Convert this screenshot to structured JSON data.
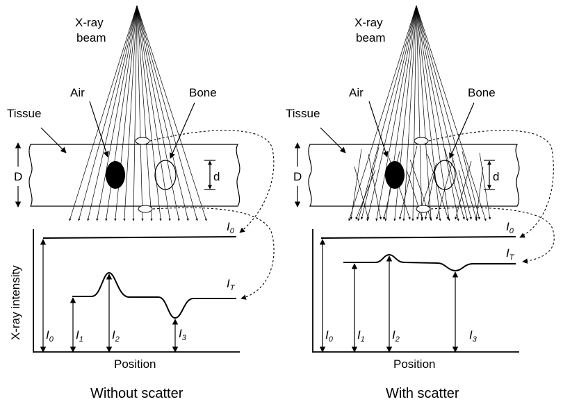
{
  "colors": {
    "ink": "#000000",
    "background": "#ffffff"
  },
  "panels": [
    {
      "id": "without-scatter",
      "caption": "Without scatter",
      "beam_label_line1": "X-ray",
      "beam_label_line2": "beam",
      "air_label": "Air",
      "bone_label": "Bone",
      "tissue_label": "Tissue",
      "thickness_label": "D",
      "object_label": "d",
      "y_axis_label": "X-ray intensity",
      "x_axis_label": "Position",
      "curve_label_i0": "I",
      "curve_label_i0_sub": "0",
      "curve_label_it": "I",
      "curve_label_it_sub": "T",
      "arrow_label_i0": "I",
      "arrow_label_i0_sub": "0",
      "arrow_label_i1": "I",
      "arrow_label_i1_sub": "1",
      "arrow_label_i2": "I",
      "arrow_label_i2_sub": "2",
      "arrow_label_i3": "I",
      "arrow_label_i3_sub": "3"
    },
    {
      "id": "with-scatter",
      "caption": "With scatter",
      "beam_label_line1": "X-ray",
      "beam_label_line2": "beam",
      "air_label": "Air",
      "bone_label": "Bone",
      "tissue_label": "Tissue",
      "thickness_label": "D",
      "object_label": "d",
      "y_axis_label": "",
      "x_axis_label": "Position",
      "curve_label_i0": "I",
      "curve_label_i0_sub": "0",
      "curve_label_it": "I",
      "curve_label_it_sub": "T",
      "arrow_label_i0": "I",
      "arrow_label_i0_sub": "0",
      "arrow_label_i1": "I",
      "arrow_label_i1_sub": "1",
      "arrow_label_i2": "I",
      "arrow_label_i2_sub": "2",
      "arrow_label_i3": "I",
      "arrow_label_i3_sub": "3"
    }
  ]
}
